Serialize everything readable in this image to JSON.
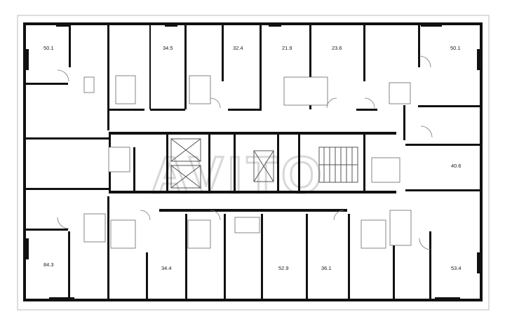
{
  "plan": {
    "watermark": "AVITO",
    "apartments": [
      {
        "id": "a1",
        "area": "50.1"
      },
      {
        "id": "a2",
        "area": "34.5"
      },
      {
        "id": "a3",
        "area": "32.4"
      },
      {
        "id": "a4",
        "area": "21.9"
      },
      {
        "id": "a5",
        "area": "23.6"
      },
      {
        "id": "a6",
        "area": "50.1"
      },
      {
        "id": "a7",
        "area": "40.6"
      },
      {
        "id": "a8",
        "area": "84.3"
      },
      {
        "id": "a9",
        "area": "34.4"
      },
      {
        "id": "a10",
        "area": "52.9"
      },
      {
        "id": "a11",
        "area": "36.1"
      },
      {
        "id": "a12",
        "area": "53.4"
      }
    ]
  }
}
